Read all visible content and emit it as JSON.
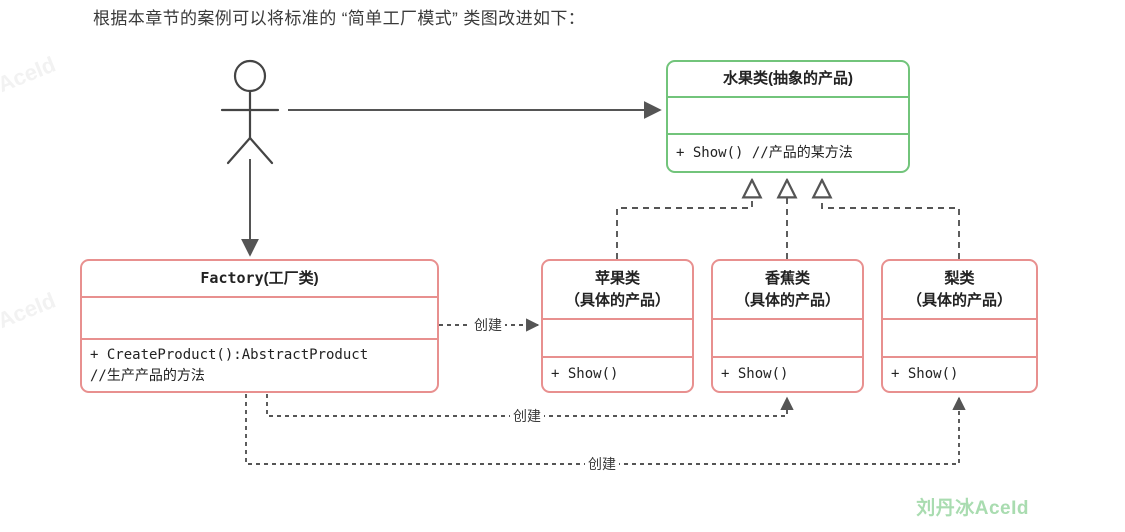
{
  "caption": "根据本章节的案例可以将标准的 “简单工厂模式” 类图改进如下：",
  "watermarks": {
    "brand": "刘丹冰AceId",
    "faint": "AceId"
  },
  "colors": {
    "abstract_border": "#72c47b",
    "concrete_border": "#e8908f",
    "connector": "#555555",
    "brand": "#a9dcb0",
    "text": "#222222"
  },
  "actor": {
    "name": "actor-stick-figure"
  },
  "classes": {
    "abstract_product": {
      "title": "水果类(抽象的产品)",
      "attributes": "",
      "method": "+ Show()  //产品的某方法",
      "stereotype": "abstract"
    },
    "factory": {
      "title_mono": "Factory",
      "title_cn": "(工厂类)",
      "attributes": "",
      "method_line1": "+ CreateProduct():AbstractProduct",
      "method_line2": "//生产产品的方法"
    },
    "concrete_products": [
      {
        "title": "苹果类",
        "subtitle": "（具体的产品）",
        "attributes": "",
        "method": "+ Show()"
      },
      {
        "title": "香蕉类",
        "subtitle": "（具体的产品）",
        "attributes": "",
        "method": "+ Show()"
      },
      {
        "title": "梨类",
        "subtitle": "（具体的产品）",
        "attributes": "",
        "method": "+ Show()"
      }
    ]
  },
  "relations": {
    "actor_to_abstract": {
      "label": "",
      "style": "solid-arrow"
    },
    "actor_to_factory": {
      "label": "",
      "style": "solid-arrow"
    },
    "realizations": [
      {
        "label": "",
        "style": "dashed-hollow-triangle",
        "from": "苹果类",
        "to": "水果类(抽象的产品)"
      },
      {
        "label": "",
        "style": "dashed-hollow-triangle",
        "from": "香蕉类",
        "to": "水果类(抽象的产品)"
      },
      {
        "label": "",
        "style": "dashed-hollow-triangle",
        "from": "梨类",
        "to": "水果类(抽象的产品)"
      }
    ],
    "dependencies": [
      {
        "label": "创建",
        "style": "dashed-open-arrow",
        "from": "Factory(工厂类)",
        "to": "苹果类"
      },
      {
        "label": "创建",
        "style": "dashed-open-arrow",
        "from": "Factory(工厂类)",
        "to": "香蕉类"
      },
      {
        "label": "创建",
        "style": "dashed-open-arrow",
        "from": "Factory(工厂类)",
        "to": "梨类"
      }
    ]
  }
}
